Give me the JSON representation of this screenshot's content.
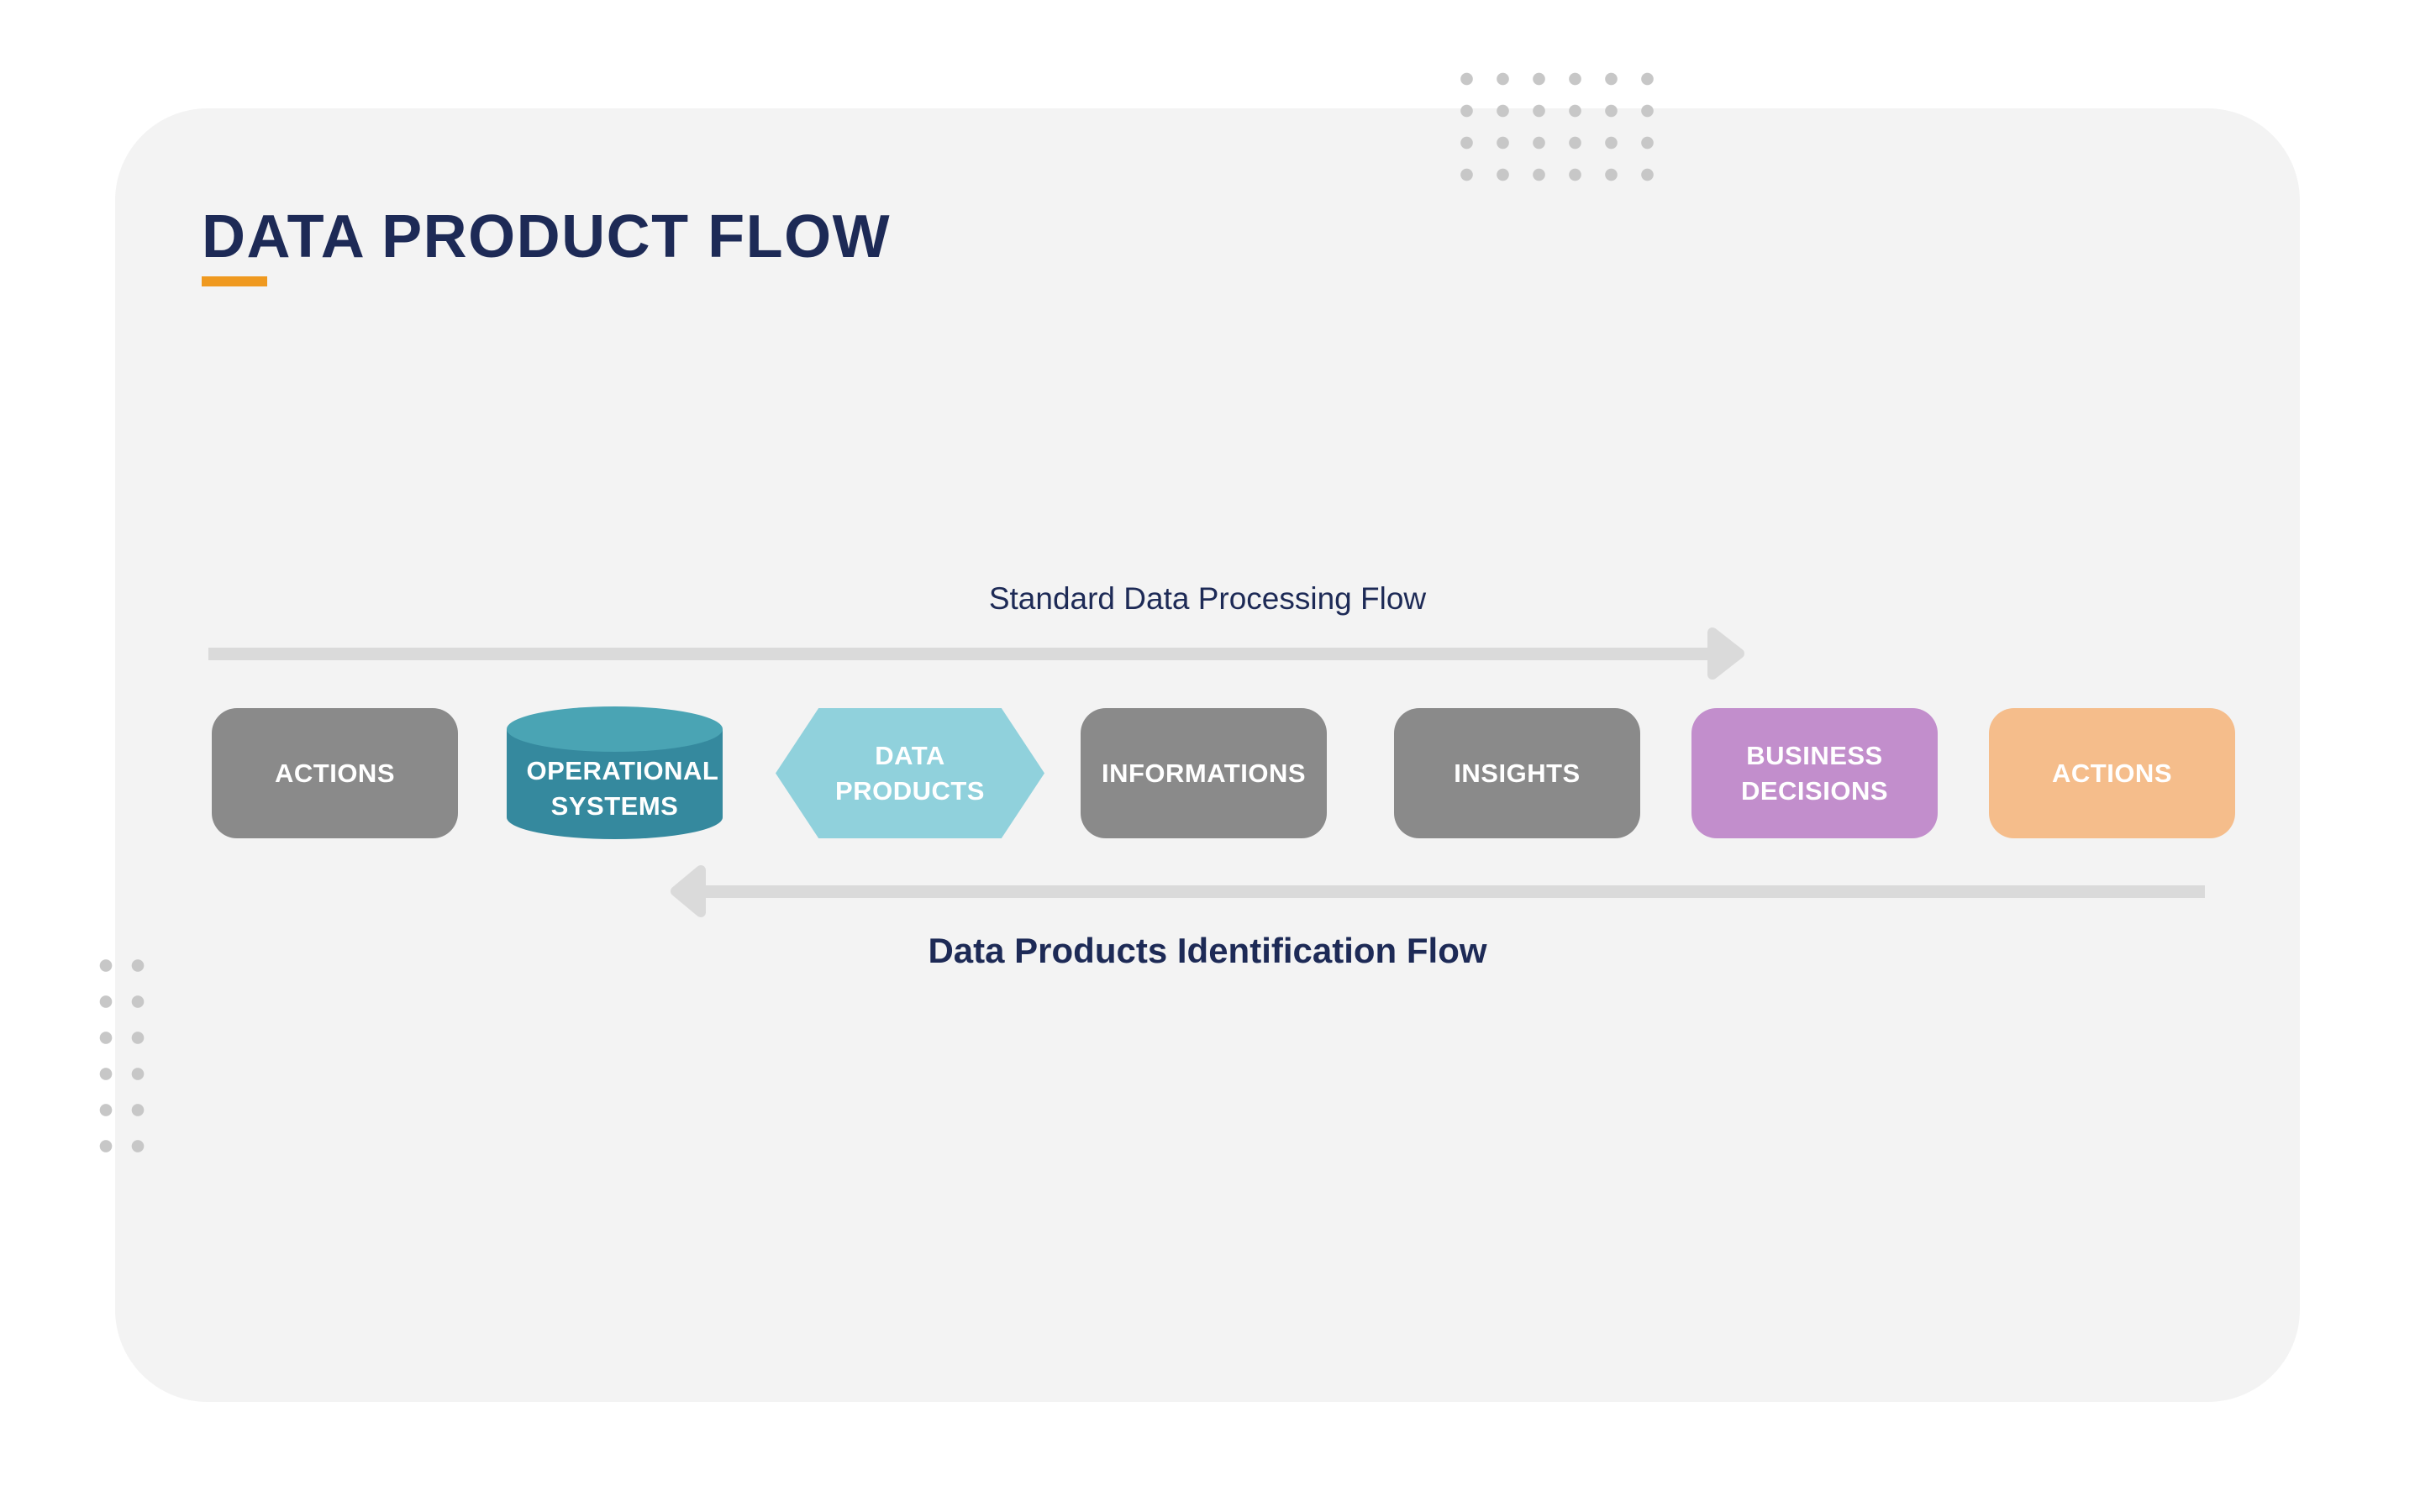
{
  "slide": {
    "title": "DATA PRODUCT FLOW"
  },
  "flows": {
    "forward_label": "Standard Data Processing Flow",
    "backward_label": "Data Products Identification Flow",
    "forward_direction": "right",
    "backward_direction": "left"
  },
  "nodes": [
    {
      "label": "ACTIONS",
      "shape": "rounded-rect",
      "color": "#8a8a8a"
    },
    {
      "label": "OPERATIONAL SYSTEMS",
      "shape": "cylinder",
      "color": "#35899e",
      "top_color": "#4aa4b4"
    },
    {
      "label": "DATA PRODUCTS",
      "shape": "hexagon",
      "color": "#90d1dc"
    },
    {
      "label": "INFORMATIONS",
      "shape": "rounded-rect",
      "color": "#8a8a8a"
    },
    {
      "label": "INSIGHTS",
      "shape": "rounded-rect",
      "color": "#8a8a8a"
    },
    {
      "label": "BUSINESS DECISIONS",
      "shape": "rounded-rect",
      "color": "#c28ecc"
    },
    {
      "label": "ACTIONS",
      "shape": "rounded-rect",
      "color": "#f5bd8b"
    }
  ],
  "colors": {
    "page_background": "#ffffff",
    "card_background": "#f3f3f3",
    "heading_navy": "#1d2a56",
    "accent_orange": "#ef991f",
    "arrow_gray": "#dadada",
    "dot_gray": "#c7c7c7",
    "node_text": "#ffffff"
  }
}
